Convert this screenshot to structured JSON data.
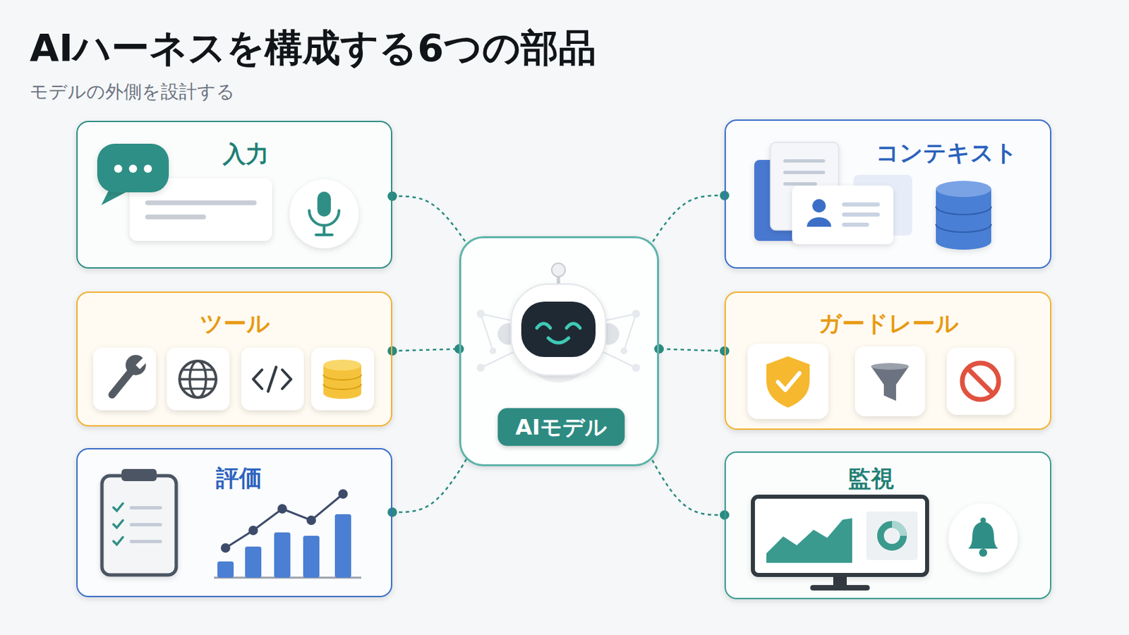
{
  "diagram": {
    "title": "AIハーネスを構成する6つの部品",
    "caption": "モデルの外側を設計する",
    "nodes": [
      {
        "text": [
          "入力"
        ]
      },
      {
        "text": [
          "コンテキスト"
        ]
      },
      {
        "text": [
          "ツール"
        ]
      },
      {
        "text": [
          "AIモデル"
        ]
      },
      {
        "text": [
          "ガードレール"
        ]
      },
      {
        "text": [
          "評価"
        ]
      },
      {
        "text": [
          "監視"
        ]
      }
    ],
    "edges": [
      {
        "from": 0,
        "to": 3,
        "arrow": "none"
      },
      {
        "from": 1,
        "to": 3,
        "arrow": "none"
      },
      {
        "from": 2,
        "to": 3,
        "arrow": "none"
      },
      {
        "from": 4,
        "to": 3,
        "arrow": "none"
      },
      {
        "from": 5,
        "to": 3,
        "arrow": "none"
      },
      {
        "from": 6,
        "to": 3,
        "arrow": "none"
      }
    ]
  }
}
